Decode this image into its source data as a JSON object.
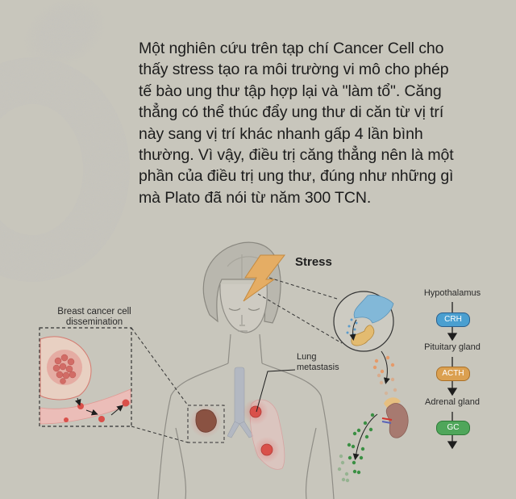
{
  "article": {
    "paragraph_lines": [
      "Một nghiên cứu trên tạp chí Cancer Cell cho",
      "thấy stress tạo ra môi trường vi mô cho phép",
      "tế bào ung thư tập hợp lại và \"làm tổ\". Căng",
      "thẳng có thể thúc đẩy ung thư di căn từ vị trí",
      "này sang vị trí khác nhanh gấp 4 lần bình",
      "thường. Vì vậy, điều trị căng thẳng nên là một",
      "phần của điều trị ung thư, đúng như những gì",
      "mà Plato đã nói từ năm 300 TCN."
    ]
  },
  "illustration": {
    "stress_label": "Stress",
    "breast_label_line1": "Breast cancer cell",
    "breast_label_line2": "dissemination",
    "lung_label_line1": "Lung",
    "lung_label_line2": "metastasis",
    "hpa_axis": {
      "steps": [
        {
          "organ": "Hypothalamus",
          "hormone": "CRH",
          "color": "#4a9fd0"
        },
        {
          "organ": "Pituitary gland",
          "hormone": "ACTH",
          "color": "#dba050"
        },
        {
          "organ": "Adrenal gland",
          "hormone": "GC",
          "color": "#4fa65a"
        }
      ]
    }
  },
  "colors": {
    "background": "#c8c6bc",
    "text": "#1c1c1c",
    "lightning": "#e5ad64",
    "tumor": "#d9504a"
  }
}
